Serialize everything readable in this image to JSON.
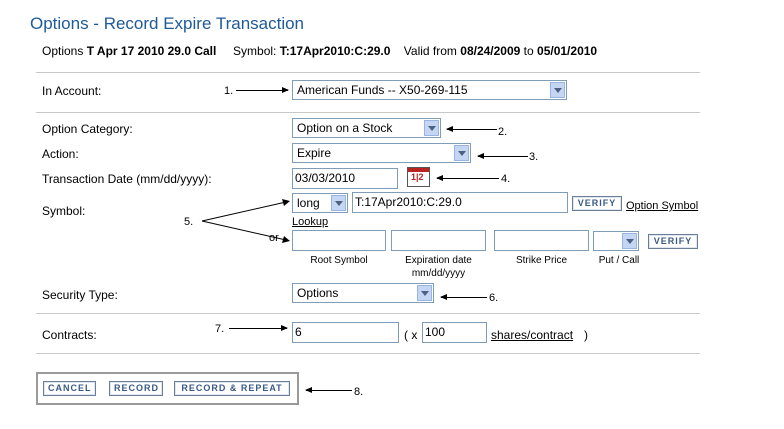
{
  "title": "Options - Record Expire Transaction",
  "info": {
    "options_label": "Options",
    "option_name": "T Apr 17 2010 29.0 Call",
    "symbol_label": "Symbol:",
    "symbol_value": "T:17Apr2010:C:29.0",
    "valid_from_label": "Valid from",
    "valid_from": "08/24/2009",
    "to_label": "to",
    "valid_to": "05/01/2010"
  },
  "form": {
    "account_label": "In Account:",
    "account_value": "American Funds -- X50-269-115",
    "category_label": "Option Category:",
    "category_value": "Option on a Stock",
    "action_label": "Action:",
    "action_value": "Expire",
    "date_label": "Transaction Date (mm/dd/yyyy):",
    "date_value": "03/03/2010",
    "calendar_text": "1|2",
    "symbol_label": "Symbol:",
    "position_value": "long",
    "symbol_value": "T:17Apr2010:C:29.0",
    "verify_label": "VERIFY",
    "option_symbol_link": "Option Symbol",
    "lookup_link": "Lookup",
    "or_label": "or",
    "root_symbol_label": "Root Symbol",
    "expiration_label_1": "Expiration date",
    "expiration_label_2": "mm/dd/yyyy",
    "strike_label": "Strike Price",
    "putcall_label": "Put / Call",
    "verify2_label": "VERIFY",
    "security_label": "Security Type:",
    "security_value": "Options",
    "contracts_label": "Contracts:",
    "contracts_value": "6",
    "paren_open": "( x",
    "multiplier_value": "100",
    "shares_link": "shares/contract",
    "paren_close": ")"
  },
  "buttons": {
    "cancel": "CANCEL",
    "record": "RECORD",
    "record_repeat": "RECORD & REPEAT"
  },
  "annotations": {
    "a1": "1.",
    "a2": "2.",
    "a3": "3.",
    "a4": "4.",
    "a5": "5.",
    "a6": "6.",
    "a7": "7.",
    "a8": "8."
  }
}
